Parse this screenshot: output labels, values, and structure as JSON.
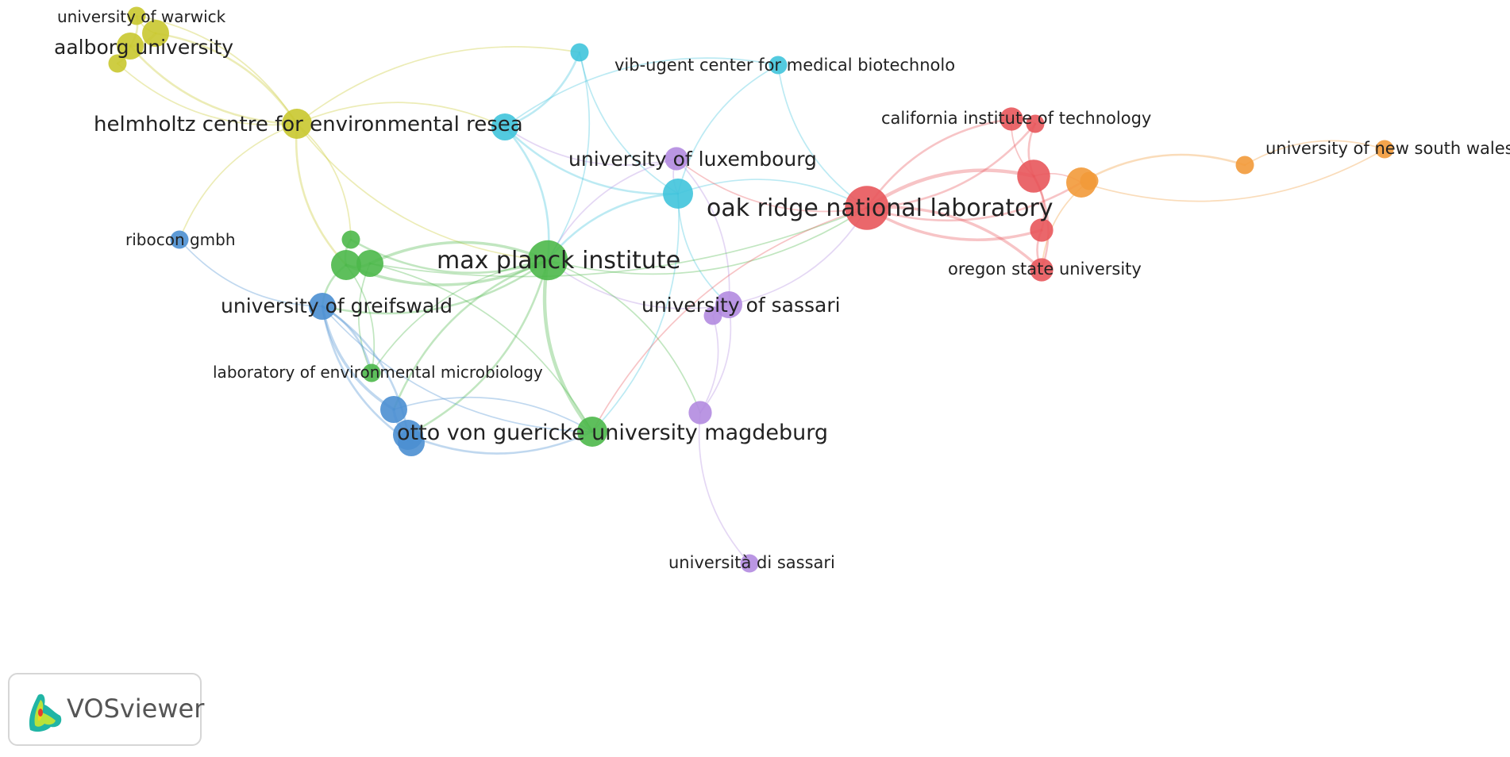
{
  "app": {
    "logo_text": "VOSviewer"
  },
  "clusters": {
    "red": "#e8565b",
    "green": "#4db84a",
    "blue": "#4b8fd1",
    "yellow": "#c9c82f",
    "purple": "#b38be0",
    "cyan": "#40c4dc",
    "orange": "#f29a3a"
  },
  "network": {
    "nodes": [
      {
        "id": "warwick",
        "label": "university of warwick",
        "cluster": "yellow",
        "weight": 1
      },
      {
        "id": "aalborg",
        "label": "aalborg university",
        "cluster": "yellow",
        "weight": 3
      },
      {
        "id": "yellow_a",
        "label": "",
        "cluster": "yellow",
        "weight": 3
      },
      {
        "id": "yellow_b",
        "label": "",
        "cluster": "yellow",
        "weight": 1
      },
      {
        "id": "helmholtz",
        "label": "helmholtz centre for environmental resea",
        "cluster": "yellow",
        "weight": 4
      },
      {
        "id": "cyan_top",
        "label": "",
        "cluster": "cyan",
        "weight": 1
      },
      {
        "id": "vib",
        "label": "vib-ugent center for medical biotechnolo",
        "cluster": "cyan",
        "weight": 1
      },
      {
        "id": "cyan_mid",
        "label": "",
        "cluster": "cyan",
        "weight": 3
      },
      {
        "id": "cyan_lux",
        "label": "",
        "cluster": "cyan",
        "weight": 4
      },
      {
        "id": "luxembourg",
        "label": "university of luxembourg",
        "cluster": "purple",
        "weight": 2
      },
      {
        "id": "sassari",
        "label": "university of sassari",
        "cluster": "purple",
        "weight": 3
      },
      {
        "id": "purple_small",
        "label": "",
        "cluster": "purple",
        "weight": 1
      },
      {
        "id": "purple_low",
        "label": "",
        "cluster": "purple",
        "weight": 2
      },
      {
        "id": "universita_sassari",
        "label": "università di sassari",
        "cluster": "purple",
        "weight": 1
      },
      {
        "id": "ribocon",
        "label": "ribocon gmbh",
        "cluster": "blue",
        "weight": 1
      },
      {
        "id": "greifswald",
        "label": "university of greifswald",
        "cluster": "blue",
        "weight": 3
      },
      {
        "id": "blue_a",
        "label": "",
        "cluster": "blue",
        "weight": 3
      },
      {
        "id": "blue_b",
        "label": "",
        "cluster": "blue",
        "weight": 4
      },
      {
        "id": "blue_c",
        "label": "",
        "cluster": "blue",
        "weight": 3
      },
      {
        "id": "max_planck",
        "label": "max planck institute",
        "cluster": "green",
        "weight": 8
      },
      {
        "id": "green_a",
        "label": "",
        "cluster": "green",
        "weight": 4
      },
      {
        "id": "green_b",
        "label": "",
        "cluster": "green",
        "weight": 3
      },
      {
        "id": "green_c",
        "label": "",
        "cluster": "green",
        "weight": 1
      },
      {
        "id": "lab_env_micro",
        "label": "laboratory of environmental microbiology",
        "cluster": "green",
        "weight": 1
      },
      {
        "id": "magdeburg",
        "label": "otto von guericke university magdeburg",
        "cluster": "green",
        "weight": 4
      },
      {
        "id": "oak_ridge",
        "label": "oak ridge national laboratory",
        "cluster": "red",
        "weight": 10
      },
      {
        "id": "caltech",
        "label": "california institute of technology",
        "cluster": "red",
        "weight": 2
      },
      {
        "id": "red_b",
        "label": "",
        "cluster": "red",
        "weight": 1
      },
      {
        "id": "red_big",
        "label": "",
        "cluster": "red",
        "weight": 5
      },
      {
        "id": "red_c",
        "label": "",
        "cluster": "red",
        "weight": 2
      },
      {
        "id": "oregon",
        "label": "oregon state university",
        "cluster": "red",
        "weight": 2
      },
      {
        "id": "orange_big",
        "label": "",
        "cluster": "orange",
        "weight": 4
      },
      {
        "id": "orange_small",
        "label": "",
        "cluster": "orange",
        "weight": 1
      },
      {
        "id": "orange_mid",
        "label": "",
        "cluster": "orange",
        "weight": 1
      },
      {
        "id": "unsw",
        "label": "university of new south wales",
        "cluster": "orange",
        "weight": 1
      }
    ],
    "links": [
      [
        "aalborg",
        "yellow_a",
        3
      ],
      [
        "aalborg",
        "yellow_b",
        2
      ],
      [
        "aalborg",
        "warwick",
        2
      ],
      [
        "yellow_a",
        "warwick",
        1
      ],
      [
        "aalborg",
        "helmholtz",
        2
      ],
      [
        "yellow_a",
        "helmholtz",
        2
      ],
      [
        "yellow_b",
        "helmholtz",
        1
      ],
      [
        "warwick",
        "helmholtz",
        1
      ],
      [
        "helmholtz",
        "green_a",
        2
      ],
      [
        "helmholtz",
        "green_c",
        1
      ],
      [
        "helmholtz",
        "max_planck",
        1
      ],
      [
        "helmholtz",
        "cyan_mid",
        1
      ],
      [
        "helmholtz",
        "ribocon",
        1
      ],
      [
        "helmholtz",
        "cyan_top",
        1
      ],
      [
        "cyan_mid",
        "cyan_top",
        2
      ],
      [
        "cyan_mid",
        "vib",
        1
      ],
      [
        "cyan_mid",
        "cyan_lux",
        2
      ],
      [
        "cyan_mid",
        "max_planck",
        2
      ],
      [
        "cyan_top",
        "cyan_lux",
        1
      ],
      [
        "cyan_lux",
        "vib",
        1
      ],
      [
        "cyan_lux",
        "max_planck",
        2
      ],
      [
        "cyan_lux",
        "oak_ridge",
        1
      ],
      [
        "cyan_lux",
        "sassari",
        1
      ],
      [
        "cyan_lux",
        "magdeburg",
        1
      ],
      [
        "vib",
        "oak_ridge",
        1
      ],
      [
        "cyan_top",
        "max_planck",
        1
      ],
      [
        "luxembourg",
        "max_planck",
        1
      ],
      [
        "luxembourg",
        "sassari",
        1
      ],
      [
        "luxembourg",
        "cyan_lux",
        1
      ],
      [
        "luxembourg",
        "cyan_mid",
        1
      ],
      [
        "sassari",
        "purple_small",
        1
      ],
      [
        "sassari",
        "purple_low",
        1
      ],
      [
        "purple_low",
        "universita_sassari",
        1
      ],
      [
        "sassari",
        "max_planck",
        1
      ],
      [
        "sassari",
        "oak_ridge",
        1
      ],
      [
        "purple_small",
        "purple_low",
        1
      ],
      [
        "max_planck",
        "oak_ridge",
        1
      ],
      [
        "max_planck",
        "green_a",
        3
      ],
      [
        "max_planck",
        "green_b",
        3
      ],
      [
        "max_planck",
        "green_c",
        2
      ],
      [
        "max_planck",
        "magdeburg",
        4
      ],
      [
        "max_planck",
        "greifswald",
        2
      ],
      [
        "max_planck",
        "blue_a",
        2
      ],
      [
        "max_planck",
        "blue_b",
        2
      ],
      [
        "max_planck",
        "lab_env_micro",
        1
      ],
      [
        "max_planck",
        "purple_low",
        1
      ],
      [
        "green_a",
        "green_b",
        3
      ],
      [
        "green_a",
        "green_c",
        2
      ],
      [
        "green_a",
        "greifswald",
        2
      ],
      [
        "green_a",
        "lab_env_micro",
        1
      ],
      [
        "green_b",
        "lab_env_micro",
        1
      ],
      [
        "green_b",
        "magdeburg",
        1
      ],
      [
        "green_b",
        "oak_ridge",
        1
      ],
      [
        "greifswald",
        "lab_env_micro",
        2
      ],
      [
        "greifswald",
        "blue_a",
        3
      ],
      [
        "greifswald",
        "blue_b",
        2
      ],
      [
        "greifswald",
        "blue_c",
        2
      ],
      [
        "greifswald",
        "ribocon",
        1
      ],
      [
        "blue_a",
        "blue_b",
        3
      ],
      [
        "blue_b",
        "blue_c",
        3
      ],
      [
        "blue_b",
        "magdeburg",
        2
      ],
      [
        "blue_a",
        "magdeburg",
        1
      ],
      [
        "greifswald",
        "magdeburg",
        1
      ],
      [
        "oak_ridge",
        "caltech",
        2
      ],
      [
        "oak_ridge",
        "red_b",
        2
      ],
      [
        "oak_ridge",
        "red_big",
        4
      ],
      [
        "oak_ridge",
        "red_c",
        3
      ],
      [
        "oak_ridge",
        "oregon",
        3
      ],
      [
        "oak_ridge",
        "orange_big",
        2
      ],
      [
        "oak_ridge",
        "luxembourg",
        1
      ],
      [
        "oak_ridge",
        "magdeburg",
        1
      ],
      [
        "caltech",
        "red_b",
        1
      ],
      [
        "red_b",
        "red_big",
        2
      ],
      [
        "red_big",
        "red_c",
        2
      ],
      [
        "red_c",
        "oregon",
        2
      ],
      [
        "red_big",
        "oregon",
        2
      ],
      [
        "caltech",
        "red_big",
        1
      ],
      [
        "red_big",
        "orange_big",
        1
      ],
      [
        "orange_big",
        "orange_small",
        2
      ],
      [
        "orange_big",
        "orange_mid",
        2
      ],
      [
        "orange_big",
        "unsw",
        1
      ],
      [
        "orange_mid",
        "unsw",
        1
      ],
      [
        "orange_small",
        "oregon",
        1
      ]
    ]
  }
}
